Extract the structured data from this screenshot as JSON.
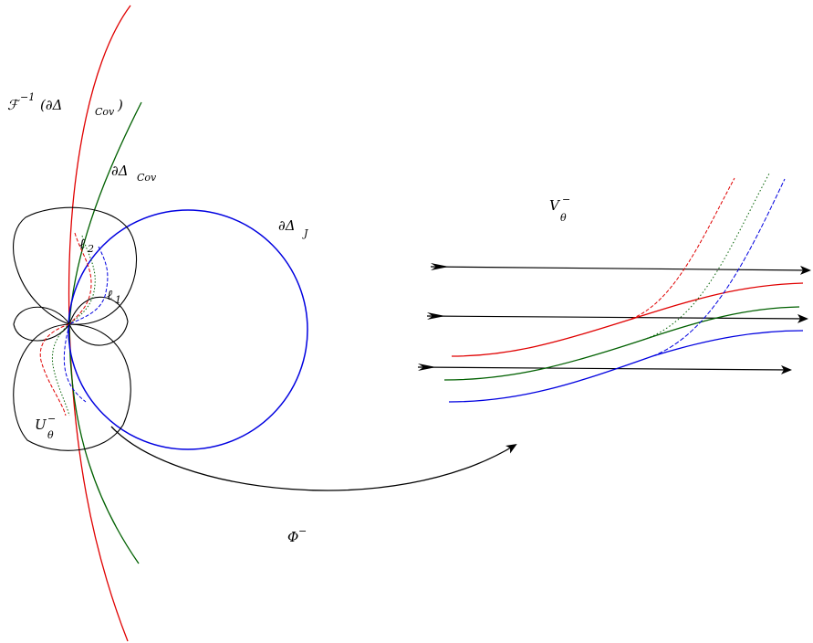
{
  "labels": {
    "preimage_boundary": {
      "main": "ℱ",
      "sup": "−1",
      "rest": "(∂Δ",
      "sub": "Cov",
      "close": ")"
    },
    "boundary_cov": {
      "main": "∂Δ",
      "sub": "Cov"
    },
    "boundary_j": {
      "main": "∂Δ",
      "sub": "J"
    },
    "ell2": {
      "main": "ℓ",
      "sub": "2"
    },
    "ell1": {
      "main": "ℓ",
      "sub": "1"
    },
    "u_theta": {
      "main": "U",
      "sup": "−",
      "sub": "θ"
    },
    "v_theta": {
      "main": "V",
      "sup": "−",
      "sub": "θ"
    },
    "phi": {
      "main": "Φ",
      "sup": "−"
    }
  },
  "colors": {
    "red": "#e00000",
    "green": "#006000",
    "blue": "#0000e0",
    "black": "#000000"
  }
}
